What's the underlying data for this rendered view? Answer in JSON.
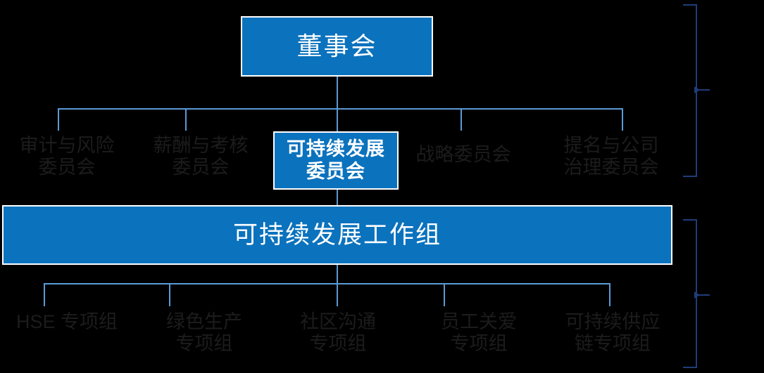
{
  "diagram": {
    "title": "可持续发展治理架构",
    "colors": {
      "background": "#000000",
      "node_fill": "#0b72bd",
      "node_border": "#ffffff",
      "connector": "#5b9bd5",
      "bracket": "#1f3d7a",
      "plain_text": "#1c1c1c",
      "node_text": "#ffffff"
    }
  },
  "levels": {
    "board": {
      "label": "董事会",
      "style": "boxed"
    },
    "committees": [
      {
        "label_lines": [
          "审计与风险",
          "委员会"
        ],
        "style": "plain",
        "highlighted": false
      },
      {
        "label_lines": [
          "薪酬与考核",
          "委员会"
        ],
        "style": "plain",
        "highlighted": false
      },
      {
        "label_lines": [
          "可持续发展",
          "委员会"
        ],
        "style": "boxed",
        "highlighted": true
      },
      {
        "label_lines": [
          "战略委员会"
        ],
        "style": "plain",
        "highlighted": false
      },
      {
        "label_lines": [
          "提名与公司",
          "治理委员会"
        ],
        "style": "plain",
        "highlighted": false
      }
    ],
    "workgroup": {
      "label": "可持续发展工作组",
      "style": "boxed"
    },
    "task_forces": [
      {
        "label_lines": [
          "HSE 专项组"
        ]
      },
      {
        "label_lines": [
          "绿色生产",
          "专项组"
        ]
      },
      {
        "label_lines": [
          "社区沟通",
          "专项组"
        ]
      },
      {
        "label_lines": [
          "员工关爱",
          "专项组"
        ]
      },
      {
        "label_lines": [
          "可持续供应",
          "链专项组"
        ]
      }
    ]
  },
  "brackets": [
    {
      "name": "upper-bracket",
      "label": ""
    },
    {
      "name": "lower-bracket",
      "label": ""
    }
  ]
}
